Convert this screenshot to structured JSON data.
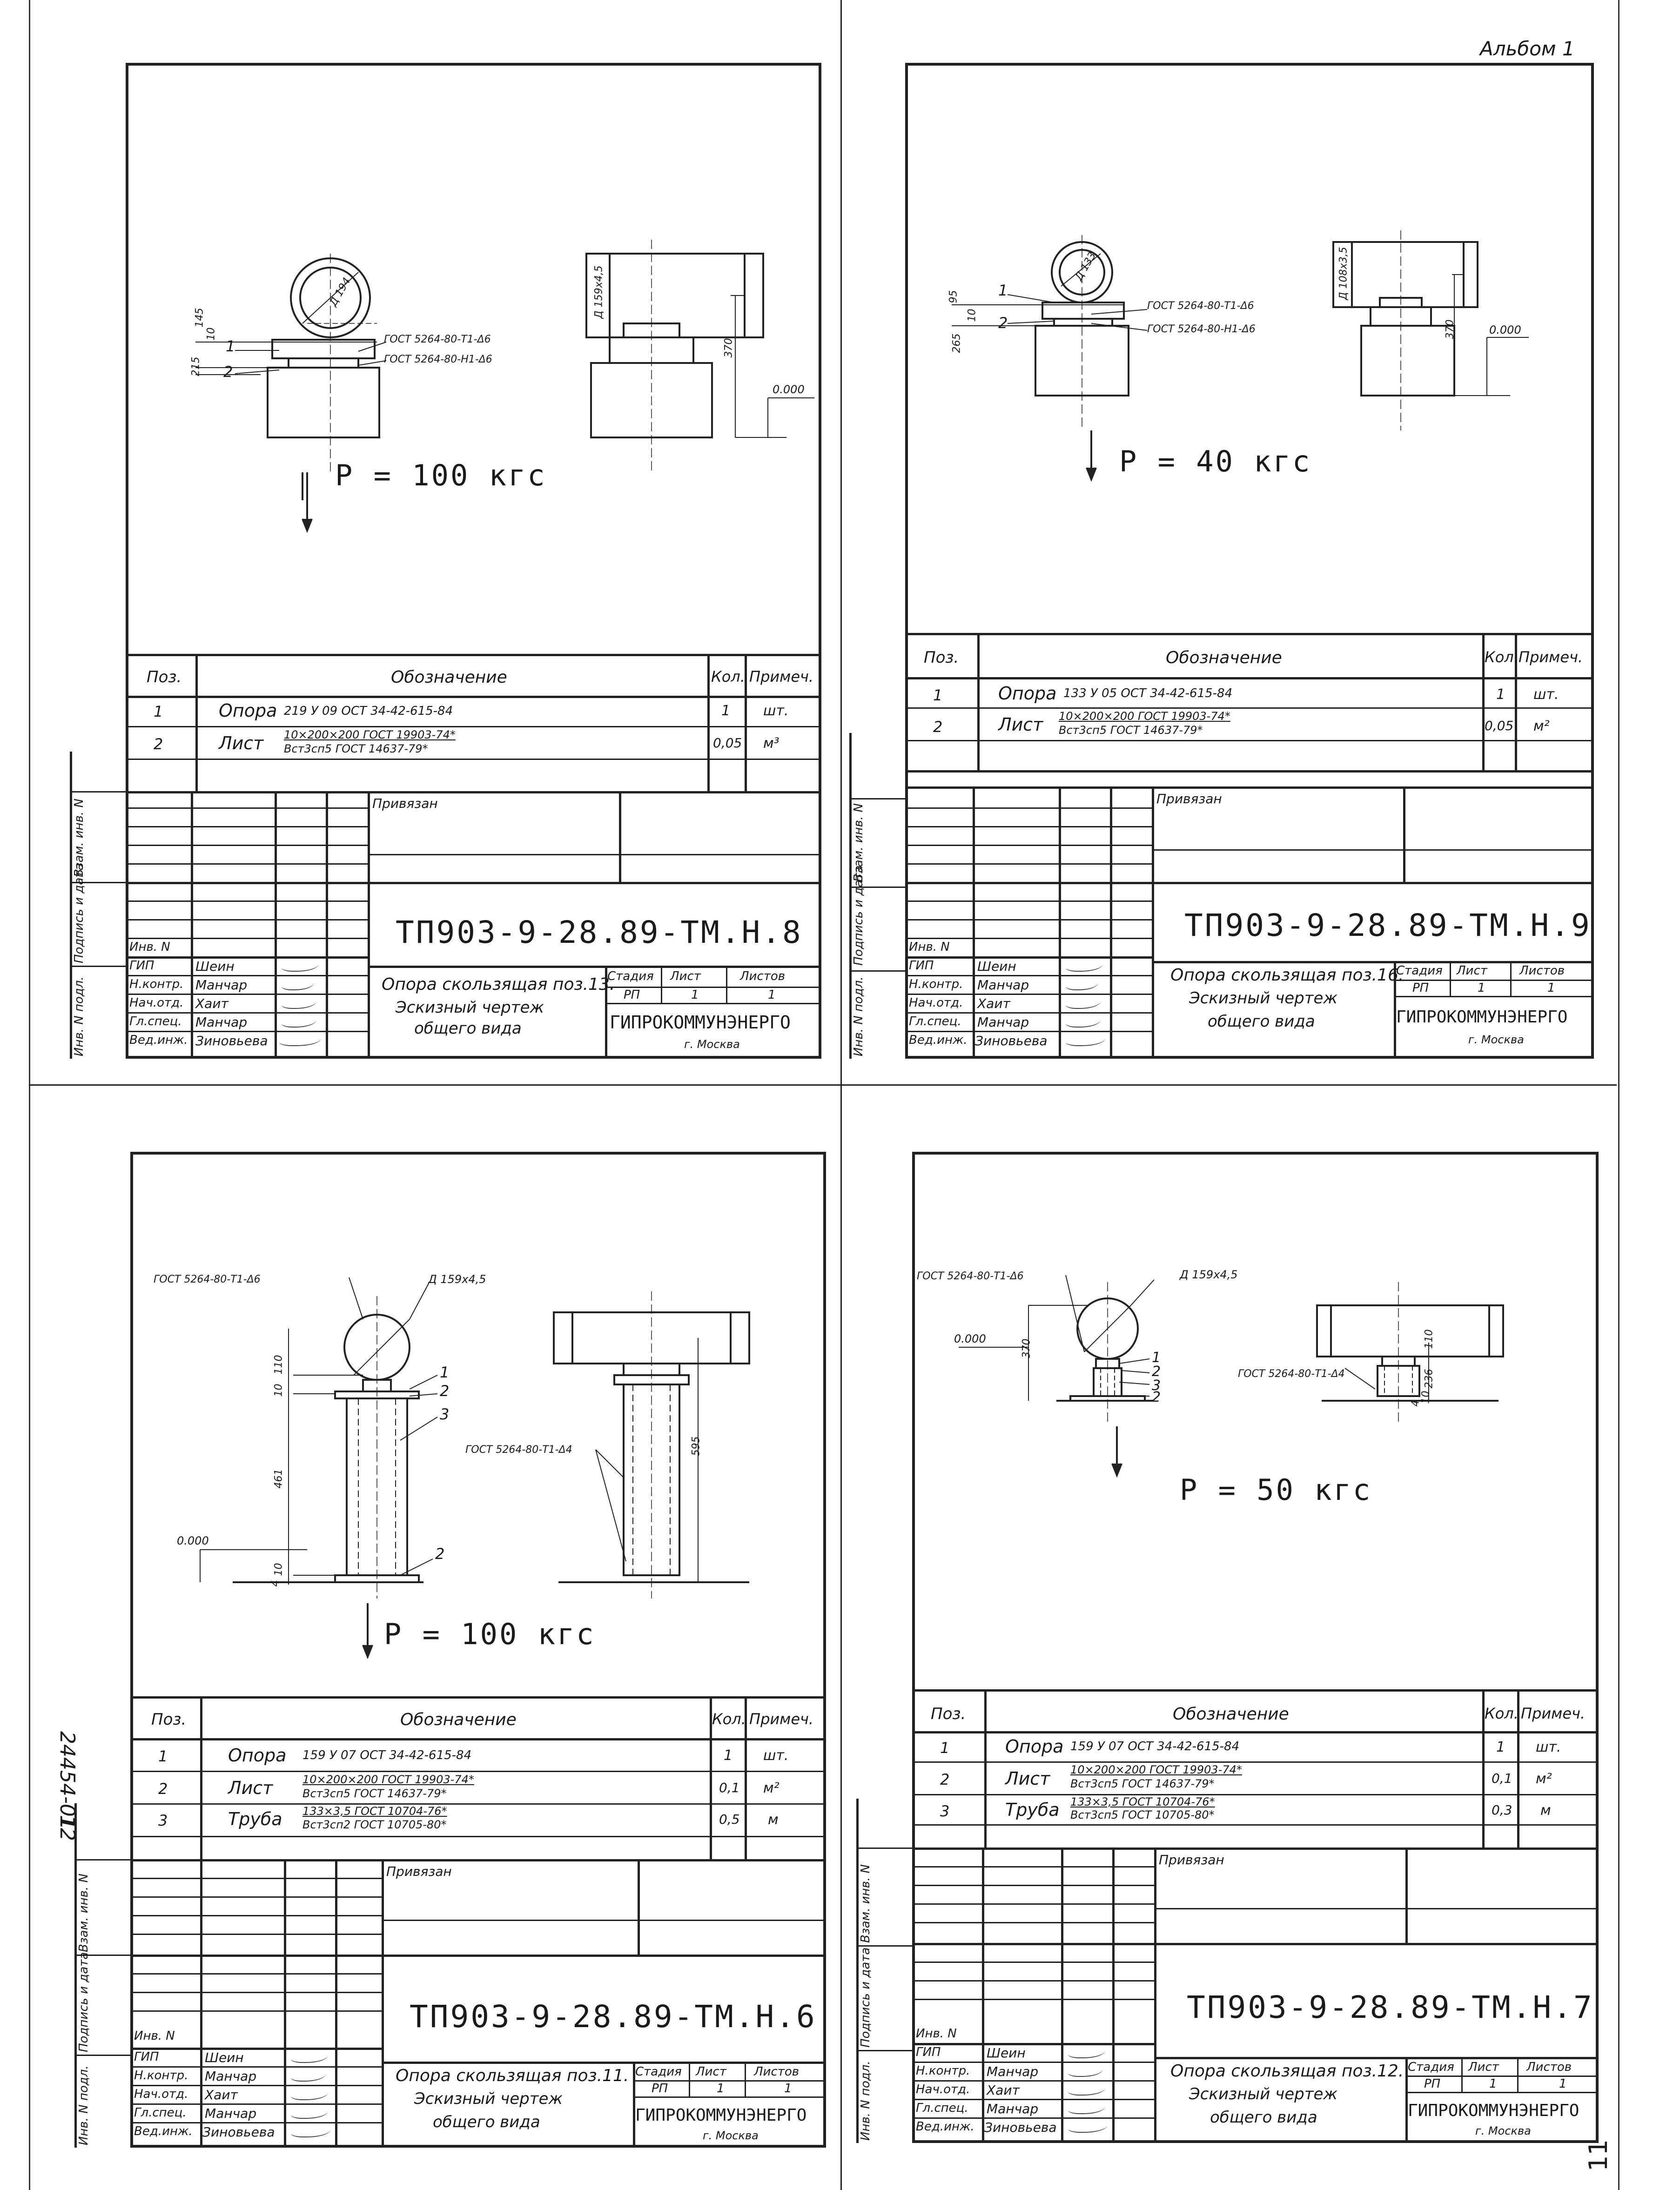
{
  "album_label": "Альбом 1",
  "page_number": "11",
  "archive_number": "24454-01",
  "archive_suffix": "12",
  "side_labels": {
    "vzam": "Взам. инв. N",
    "podpis": "Подпись и дата",
    "invpodl": "Инв. N подл."
  },
  "table_headers": {
    "poz": "Поз.",
    "oboznachenie": "Обозначение",
    "kol": "Кол.",
    "primech": "Примеч."
  },
  "stamp_common": {
    "privyazan": "Привязан",
    "inv_n": "Инв. N",
    "roles": [
      "ГИП",
      "Н.контр.",
      "Нач.отд.",
      "Гл.спец.",
      "Вед.инж."
    ],
    "names": [
      "Шеин",
      "Манчар",
      "Хаит",
      "Манчар",
      "Зиновьева"
    ],
    "stadiya_label": "Стадия",
    "list_label": "Лист",
    "listov_label": "Листов",
    "stadiya": "РП",
    "list": "1",
    "listov": "1",
    "org": "ГИПРОКОММУНЭНЕРГО",
    "city": "г. Москва",
    "drawing_line2": "Эскизный чертеж",
    "drawing_line3": "общего вида"
  },
  "panels": [
    {
      "id": "tm-h8",
      "load": "P = 100 кгс",
      "code": "ТП903-9-28.89-ТМ.Н.8",
      "title": "Опора скользящая поз.13.",
      "dims": {
        "pipe": "Д 194",
        "pipe_side": "Д 159х4,5",
        "h1": "145",
        "h2": "10",
        "h3": "215",
        "height": "370",
        "elev": "0.000",
        "gost1": "ГОСТ 5264-80-Т1-Δ6",
        "gost2": "ГОСТ 5264-80-Н1-Δ6",
        "pos1": "1",
        "pos2": "2"
      },
      "rows": [
        {
          "poz": "1",
          "name": "Опора",
          "spec": "219 У 09  ОСТ 34-42-615-84",
          "spec2": "",
          "kol": "1",
          "prim": "шт."
        },
        {
          "poz": "2",
          "name": "Лист",
          "spec": "10×200×200  ГОСТ 19903-74*",
          "spec2": "Вст3сп5  ГОСТ 14637-79*",
          "kol": "0,05",
          "prim": "м³"
        }
      ]
    },
    {
      "id": "tm-h9",
      "load": "P = 40 кгс",
      "code": "ТП903-9-28.89-ТМ.Н.9",
      "title": "Опора скользящая поз.16.",
      "dims": {
        "pipe": "Д 133",
        "pipe_side": "Д 108х3,5",
        "h1": "95",
        "h2": "10",
        "h3": "265",
        "height": "370",
        "elev": "0.000",
        "gost1": "ГОСТ 5264-80-Т1-Δ6",
        "gost2": "ГОСТ 5264-80-Н1-Δ6",
        "pos1": "1",
        "pos2": "2"
      },
      "rows": [
        {
          "poz": "1",
          "name": "Опора",
          "spec": "133  У  05  ОСТ 34-42-615-84",
          "spec2": "",
          "kol": "1",
          "prim": "шт."
        },
        {
          "poz": "2",
          "name": "Лист",
          "spec": "10×200×200  ГОСТ 19903-74*",
          "spec2": "Вст3сп5  ГОСТ 14637-79*",
          "kol": "0,05",
          "prim": "м²"
        }
      ]
    },
    {
      "id": "tm-h6",
      "load": "P = 100 кгс",
      "code": "ТП903-9-28.89-ТМ.Н.6",
      "title": "Опора скользящая поз.11.",
      "dims": {
        "pipe": "Д 159х4,5",
        "h1": "110",
        "h2": "10",
        "h3": "461",
        "h4": "10",
        "h5": "4",
        "height": "595",
        "elev": "0.000",
        "gost1": "ГОСТ 5264-80-Т1-Δ6",
        "gost2": "ГОСТ 5264-80-Т1-Δ4",
        "pos1": "1",
        "pos2": "2",
        "pos3": "3",
        "pos4": "2"
      },
      "rows": [
        {
          "poz": "1",
          "name": "Опора",
          "spec": "159 У 07  ОСТ 34-42-615-84",
          "spec2": "",
          "kol": "1",
          "prim": "шт."
        },
        {
          "poz": "2",
          "name": "Лист",
          "spec": "10×200×200  ГОСТ 19903-74*",
          "spec2": "Вст3сп5  ГОСТ 14637-79*",
          "kol": "0,1",
          "prim": "м²"
        },
        {
          "poz": "3",
          "name": "Труба",
          "spec": "133×3,5  ГОСТ 10704-76*",
          "spec2": "Вст3сп2  ГОСТ 10705-80*",
          "kol": "0,5",
          "prim": "м"
        }
      ]
    },
    {
      "id": "tm-h7",
      "load": "P = 50 кгс",
      "code": "ТП903-9-28.89-ТМ.Н.7",
      "title": "Опора скользящая поз.12.",
      "dims": {
        "pipe": "Д 159х4,5",
        "h1": "110",
        "h2": "236",
        "h3": "10",
        "h4": "4",
        "height": "370",
        "elev": "0.000",
        "gost1": "ГОСТ 5264-80-Т1-Δ6",
        "gost2": "ГОСТ 5264-80-Т1-Δ4",
        "pos1": "1",
        "pos2": "2",
        "pos3": "3",
        "pos4": "2"
      },
      "rows": [
        {
          "poz": "1",
          "name": "Опора",
          "spec": "159  У  07  ОСТ 34-42-615-84",
          "spec2": "",
          "kol": "1",
          "prim": "шт."
        },
        {
          "poz": "2",
          "name": "Лист",
          "spec": "10×200×200  ГОСТ 19903-74*",
          "spec2": "Вст3сп5  ГОСТ 14637-79*",
          "kol": "0,1",
          "prim": "м²"
        },
        {
          "poz": "3",
          "name": "Труба",
          "spec": "133×3,5  ГОСТ 10704-76*",
          "spec2": "Вст3сп5  ГОСТ 10705-80*",
          "kol": "0,3",
          "prim": "м"
        }
      ]
    }
  ]
}
